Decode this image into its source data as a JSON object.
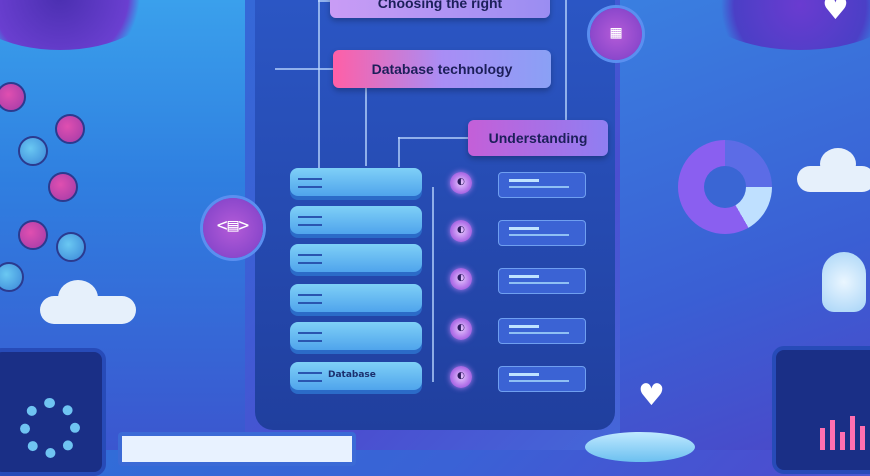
{
  "labels": {
    "top": "Choosing the right",
    "middle": "Database technology",
    "right": "Understanding"
  },
  "disks": [
    "",
    "",
    "",
    "",
    "",
    "Database"
  ],
  "colors": {
    "background": "#3a62d6",
    "accent_pink": "#ff5fa6",
    "accent_purple": "#8a5ff0",
    "accent_blue": "#6ac8f2"
  },
  "icons": [
    "code-icon",
    "puzzle-icon",
    "heart-icon",
    "lightbulb-icon",
    "gear-icon",
    "cloud-icon",
    "donut-chart-icon"
  ]
}
